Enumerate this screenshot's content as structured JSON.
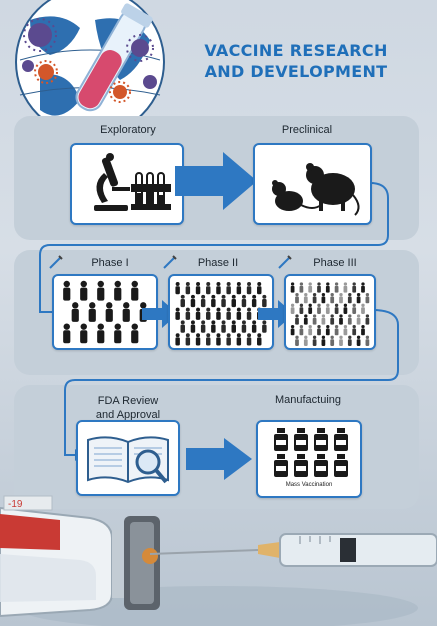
{
  "title": {
    "line1": "VACCINE RESEARCH",
    "line2": "AND DEVELOPMENT"
  },
  "stages": {
    "exploratory": "Exploratory",
    "preclinical": "Preclinical",
    "phase1": "Phase I",
    "phase2": "Phase II",
    "phase3": "Phase III",
    "fda_line1": "FDA Review",
    "fda_line2": "and Approval",
    "manufacturing": "Manufactuing"
  },
  "mass_vaccination": "Mass Vaccination",
  "vial_label": "-19",
  "colors": {
    "accent": "#2e78c2",
    "title": "#1f6fb9",
    "panel": "#c4cfd9",
    "virus": "#5b4a8f",
    "virus_orange": "#d3572a"
  }
}
